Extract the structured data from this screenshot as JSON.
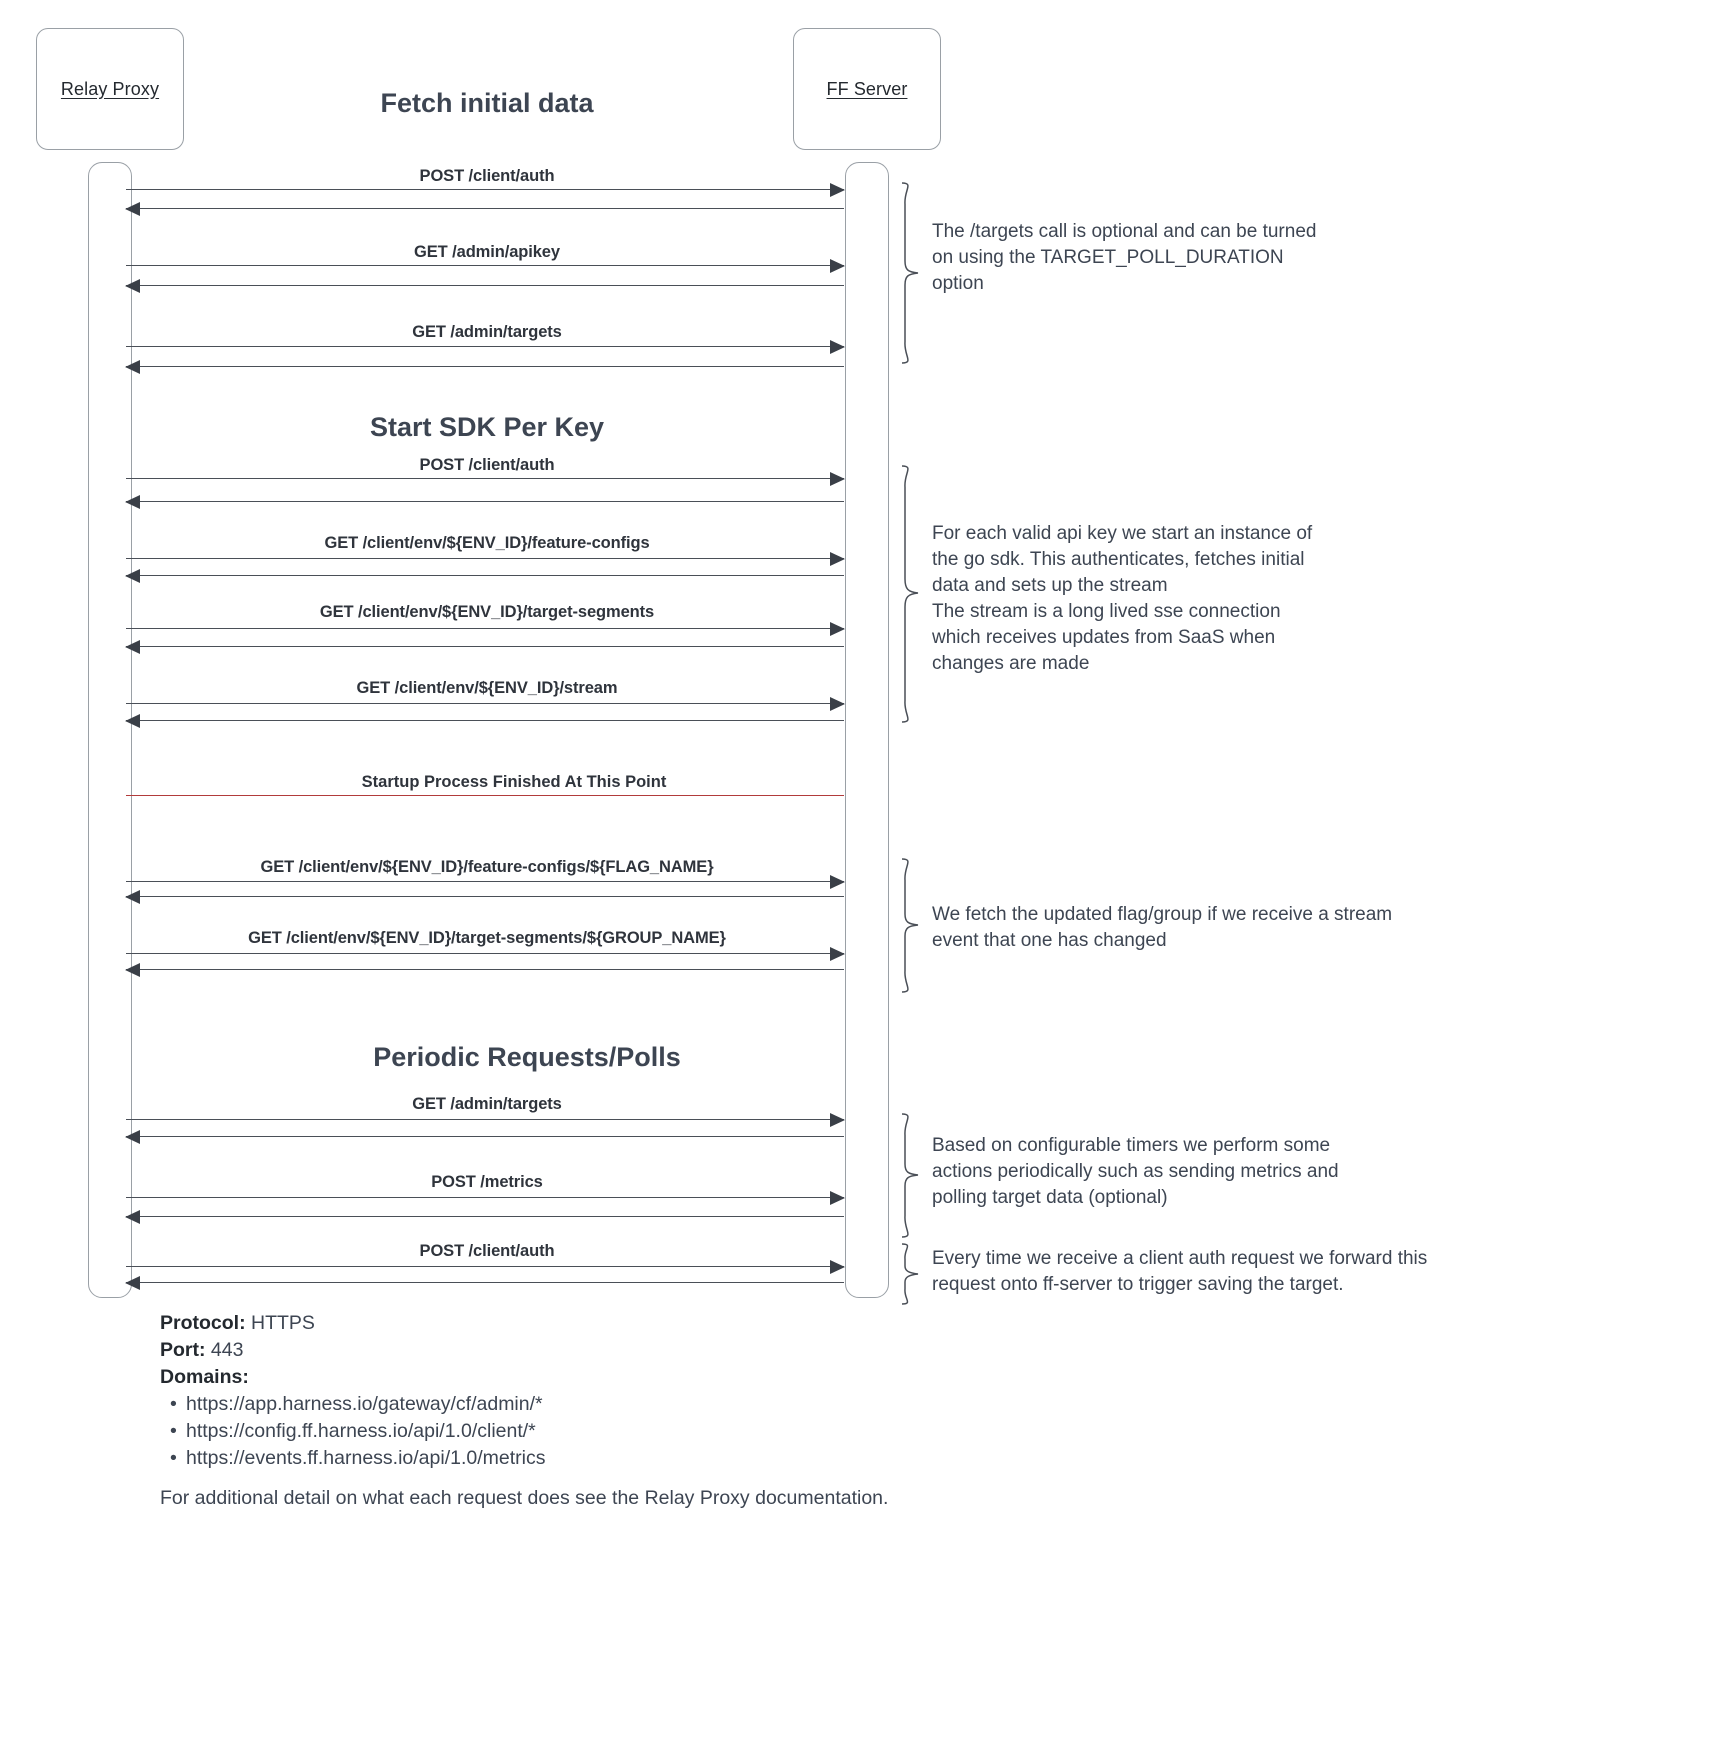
{
  "diagram": {
    "participants": [
      {
        "name": "Relay Proxy"
      },
      {
        "name": "FF Server"
      }
    ],
    "sections": [
      {
        "title": "Fetch initial data"
      },
      {
        "title": "Start SDK Per Key"
      },
      {
        "title": "Periodic Requests/Polls"
      }
    ],
    "messages": [
      {
        "label": "POST /client/auth"
      },
      {
        "label": "GET /admin/apikey"
      },
      {
        "label": "GET /admin/targets"
      },
      {
        "label": "POST /client/auth"
      },
      {
        "label": "GET /client/env/${ENV_ID}/feature-configs"
      },
      {
        "label": "GET /client/env/${ENV_ID}/target-segments"
      },
      {
        "label": "GET /client/env/${ENV_ID}/stream"
      },
      {
        "label": "GET /client/env/${ENV_ID}/feature-configs/${FLAG_NAME}"
      },
      {
        "label": "GET /client/env/${ENV_ID}/target-segments/${GROUP_NAME}"
      },
      {
        "label": "GET /admin/targets"
      },
      {
        "label": "POST /metrics"
      },
      {
        "label": "POST /client/auth"
      }
    ],
    "divider": {
      "label": "Startup Process Finished At This Point",
      "color": "#b23b3b"
    },
    "notes": [
      {
        "text": "The /targets call is optional and can be turned\non using the TARGET_POLL_DURATION\noption"
      },
      {
        "text": "For each valid api key we start an instance of\nthe go sdk. This authenticates, fetches initial\ndata and sets up the stream\nThe stream is a long lived sse connection\nwhich receives updates from SaaS when\nchanges are made"
      },
      {
        "text": "We fetch the updated flag/group if we receive a stream\nevent that one has changed"
      },
      {
        "text": "Based on configurable timers we perform some\nactions periodically such as sending metrics and\npolling target data (optional)"
      },
      {
        "text": "Every time we receive a client auth request we forward this\nrequest onto ff-server to trigger saving the target."
      }
    ]
  },
  "footer": {
    "protocol_key": "Protocol:",
    "protocol_value": "HTTPS",
    "port_key": "Port:",
    "port_value": "443",
    "domains_key": "Domains:",
    "domains": [
      "https://app.harness.io/gateway/cf/admin/*",
      "https://config.ff.harness.io/api/1.0/client/*",
      "https://events.ff.harness.io/api/1.0/metrics"
    ],
    "closing_note": "For additional detail on what each request does see the Relay Proxy documentation."
  },
  "colors": {
    "title": "#3d4552",
    "line": "#4a4f57",
    "divider": "#b23b3b",
    "box_border": "#9aa0a6"
  }
}
